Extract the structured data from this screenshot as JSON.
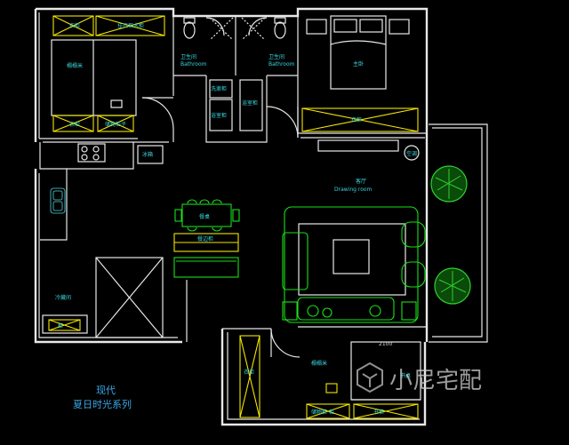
{
  "rooms": {
    "wardrobe_top_left": "衣柜",
    "top_cabinet": "挂衣柜木柜",
    "tatami": "榻榻米",
    "wardrobe_bottom_left": "衣柜",
    "storage_cabinet": "储物柜子",
    "bath1": "卫生间",
    "bath1_en": "Bathroom",
    "bath2": "卫生间",
    "bath2_en": "Bathroom",
    "bath_cab1": "洗漱柜",
    "bath_cab2": "浴室柜",
    "bath_cab3": "浴室柜",
    "master": "主卧",
    "bed_wardrobe": "衣柜",
    "ac": "空调",
    "fridge": "冰箱",
    "living": "客厅",
    "living_en": "Drawing room",
    "dining_table": "餐桌",
    "sideboard": "餐边柜",
    "storage_room": "冷藏间",
    "small_cabinet": "柜",
    "wardrobe_right": "衣柜",
    "tatami2": "榻榻米",
    "dim": "2100",
    "desk": "书桌",
    "cab_right": "储物柜 柜",
    "cab_far_right": "书柜"
  },
  "caption": {
    "line1": "现代",
    "line2": "夏日时光系列"
  },
  "watermark": "小尼宅配",
  "colors": {
    "wall": "#e8e8e8",
    "cabinet": "#f2e600",
    "furniture_green": "#19e019",
    "annotation_cyan": "#3ad7e0",
    "caption_blue": "#3aa7e8"
  }
}
